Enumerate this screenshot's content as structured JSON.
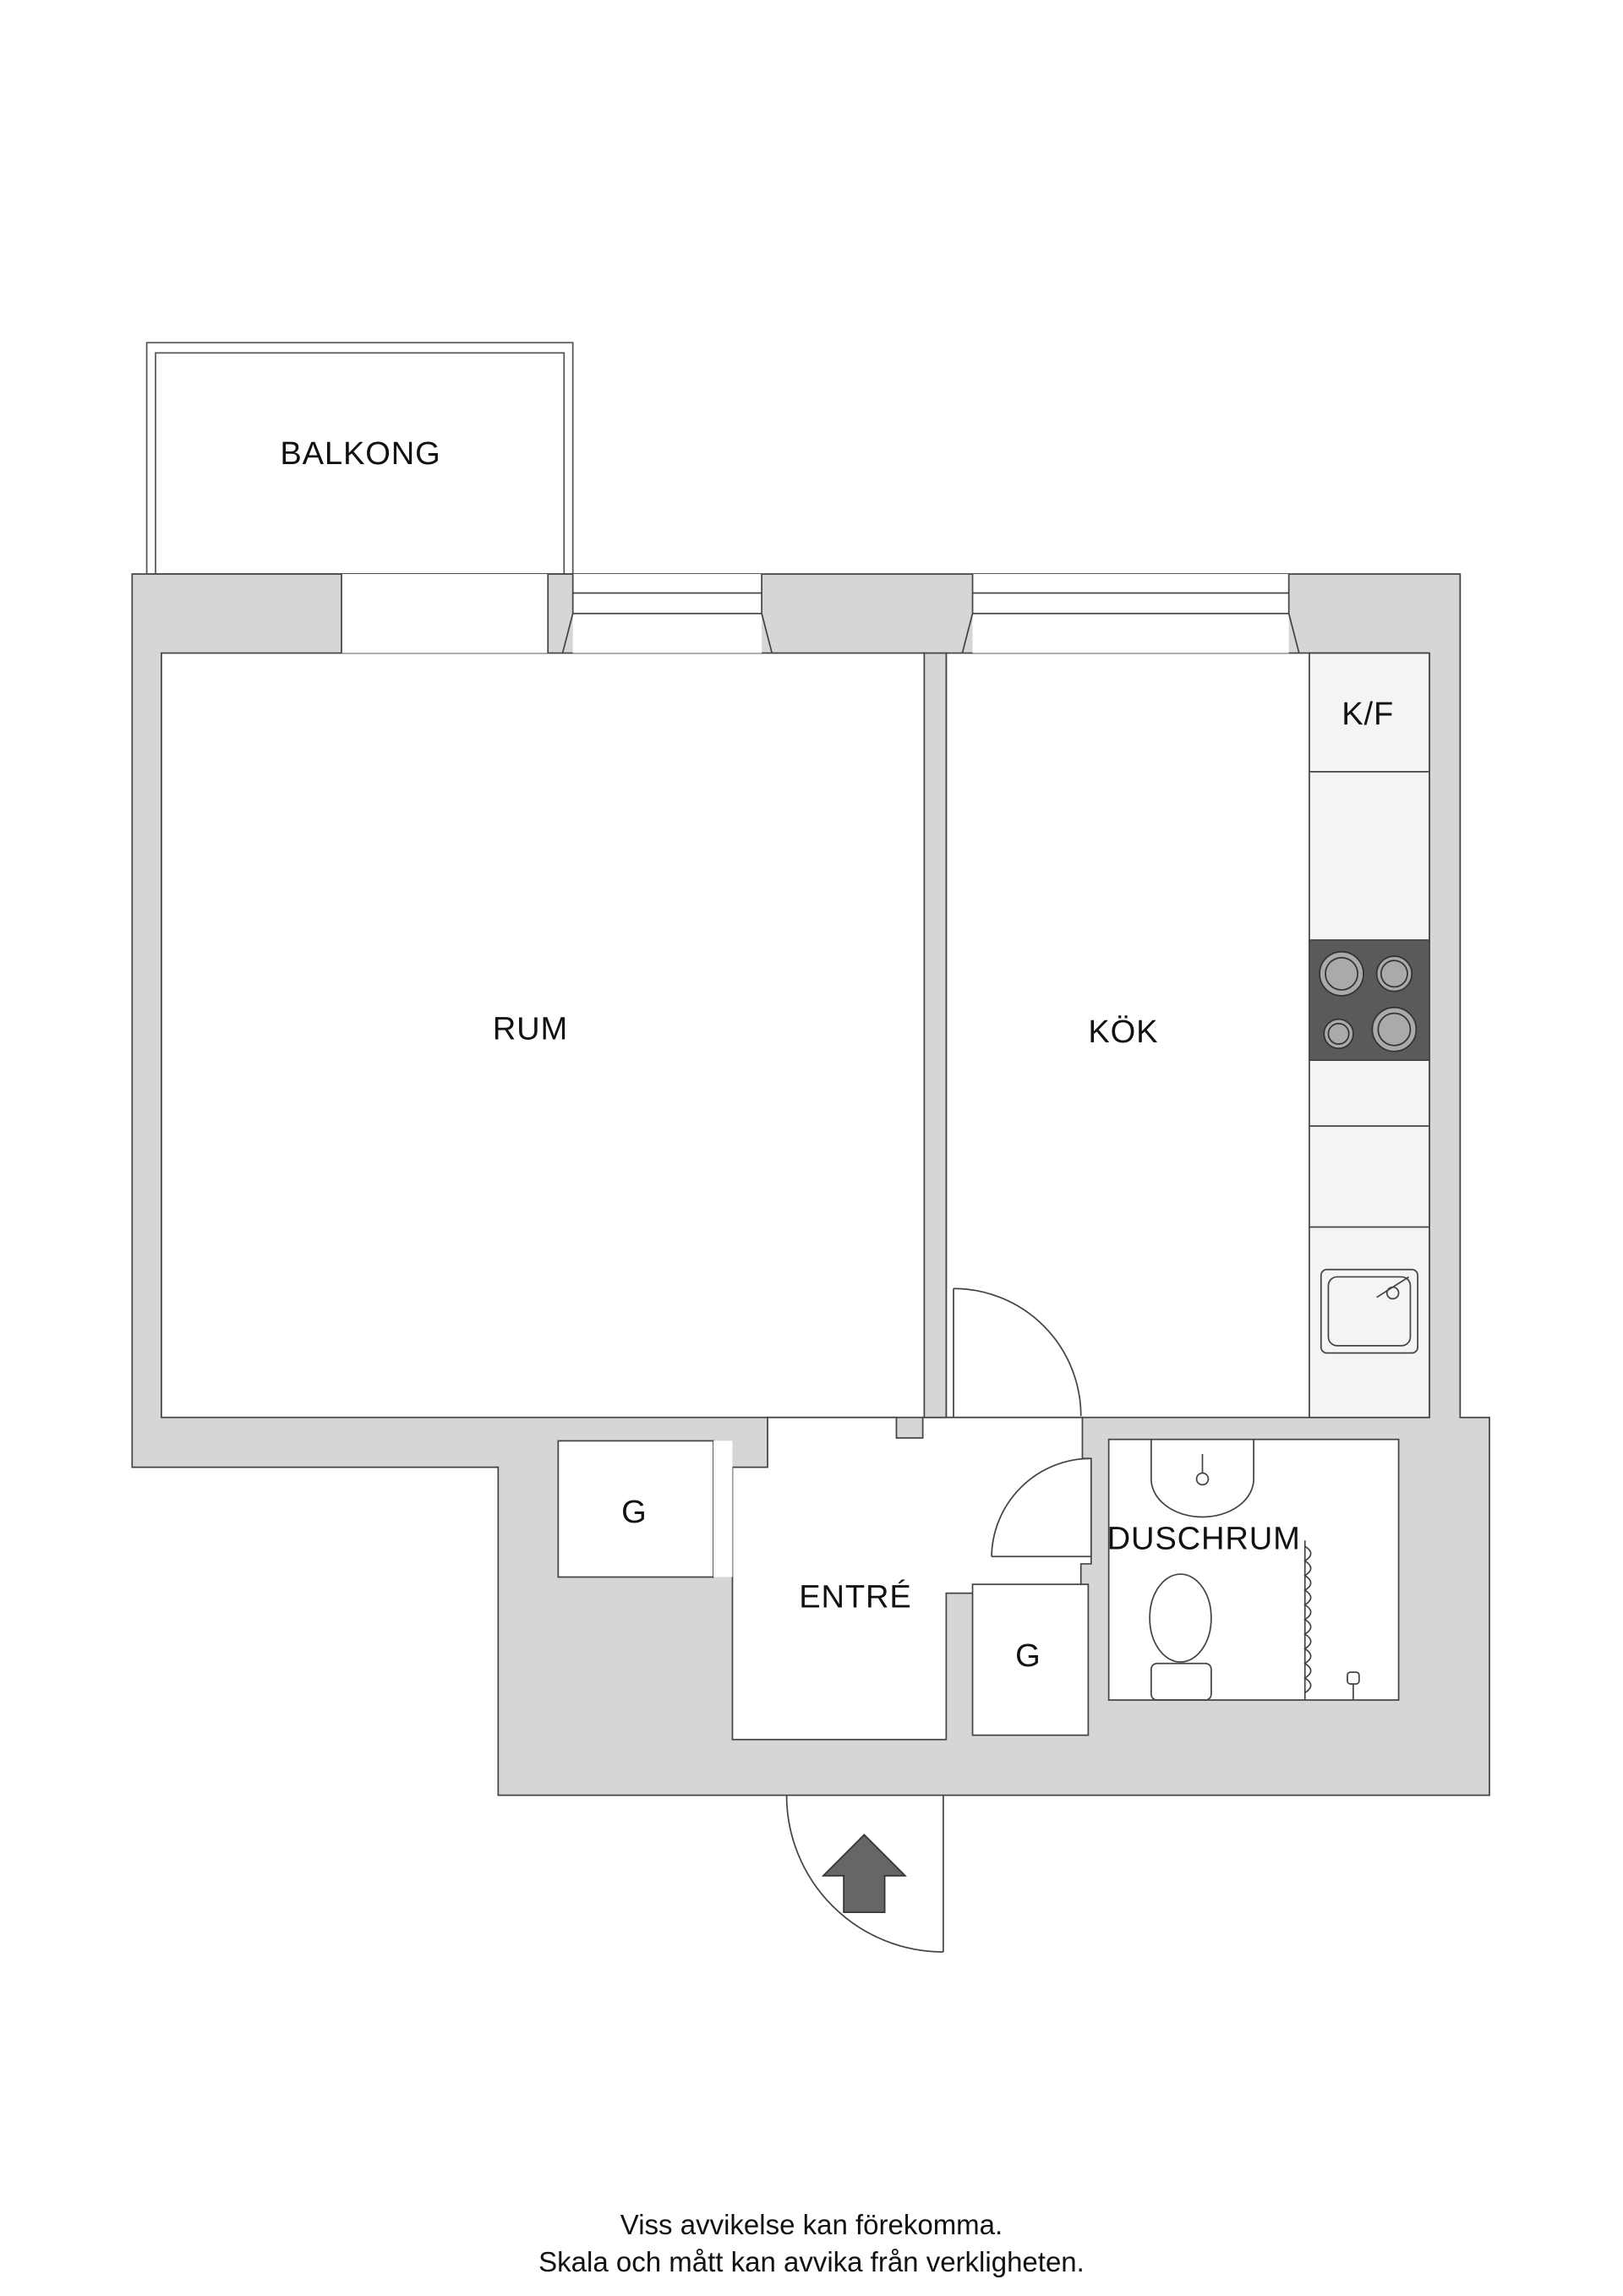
{
  "plan": {
    "rooms": {
      "balkong": "BALKONG",
      "rum": "RUM",
      "kok": "KÖK",
      "kf": "K/F",
      "entre": "ENTRÉ",
      "duschrum": "DUSCHRUM",
      "g1": "G",
      "g2": "G"
    },
    "entrance_icon": "arrow-up-icon",
    "colors": {
      "wall": "#d6d6d6",
      "stove": "#5a5a5a",
      "counter": "#f4f4f4",
      "line": "#333333"
    }
  },
  "footer": {
    "line1": "Viss avvikelse kan förekomma.",
    "line2": "Skala och mått kan avvika från verkligheten."
  }
}
